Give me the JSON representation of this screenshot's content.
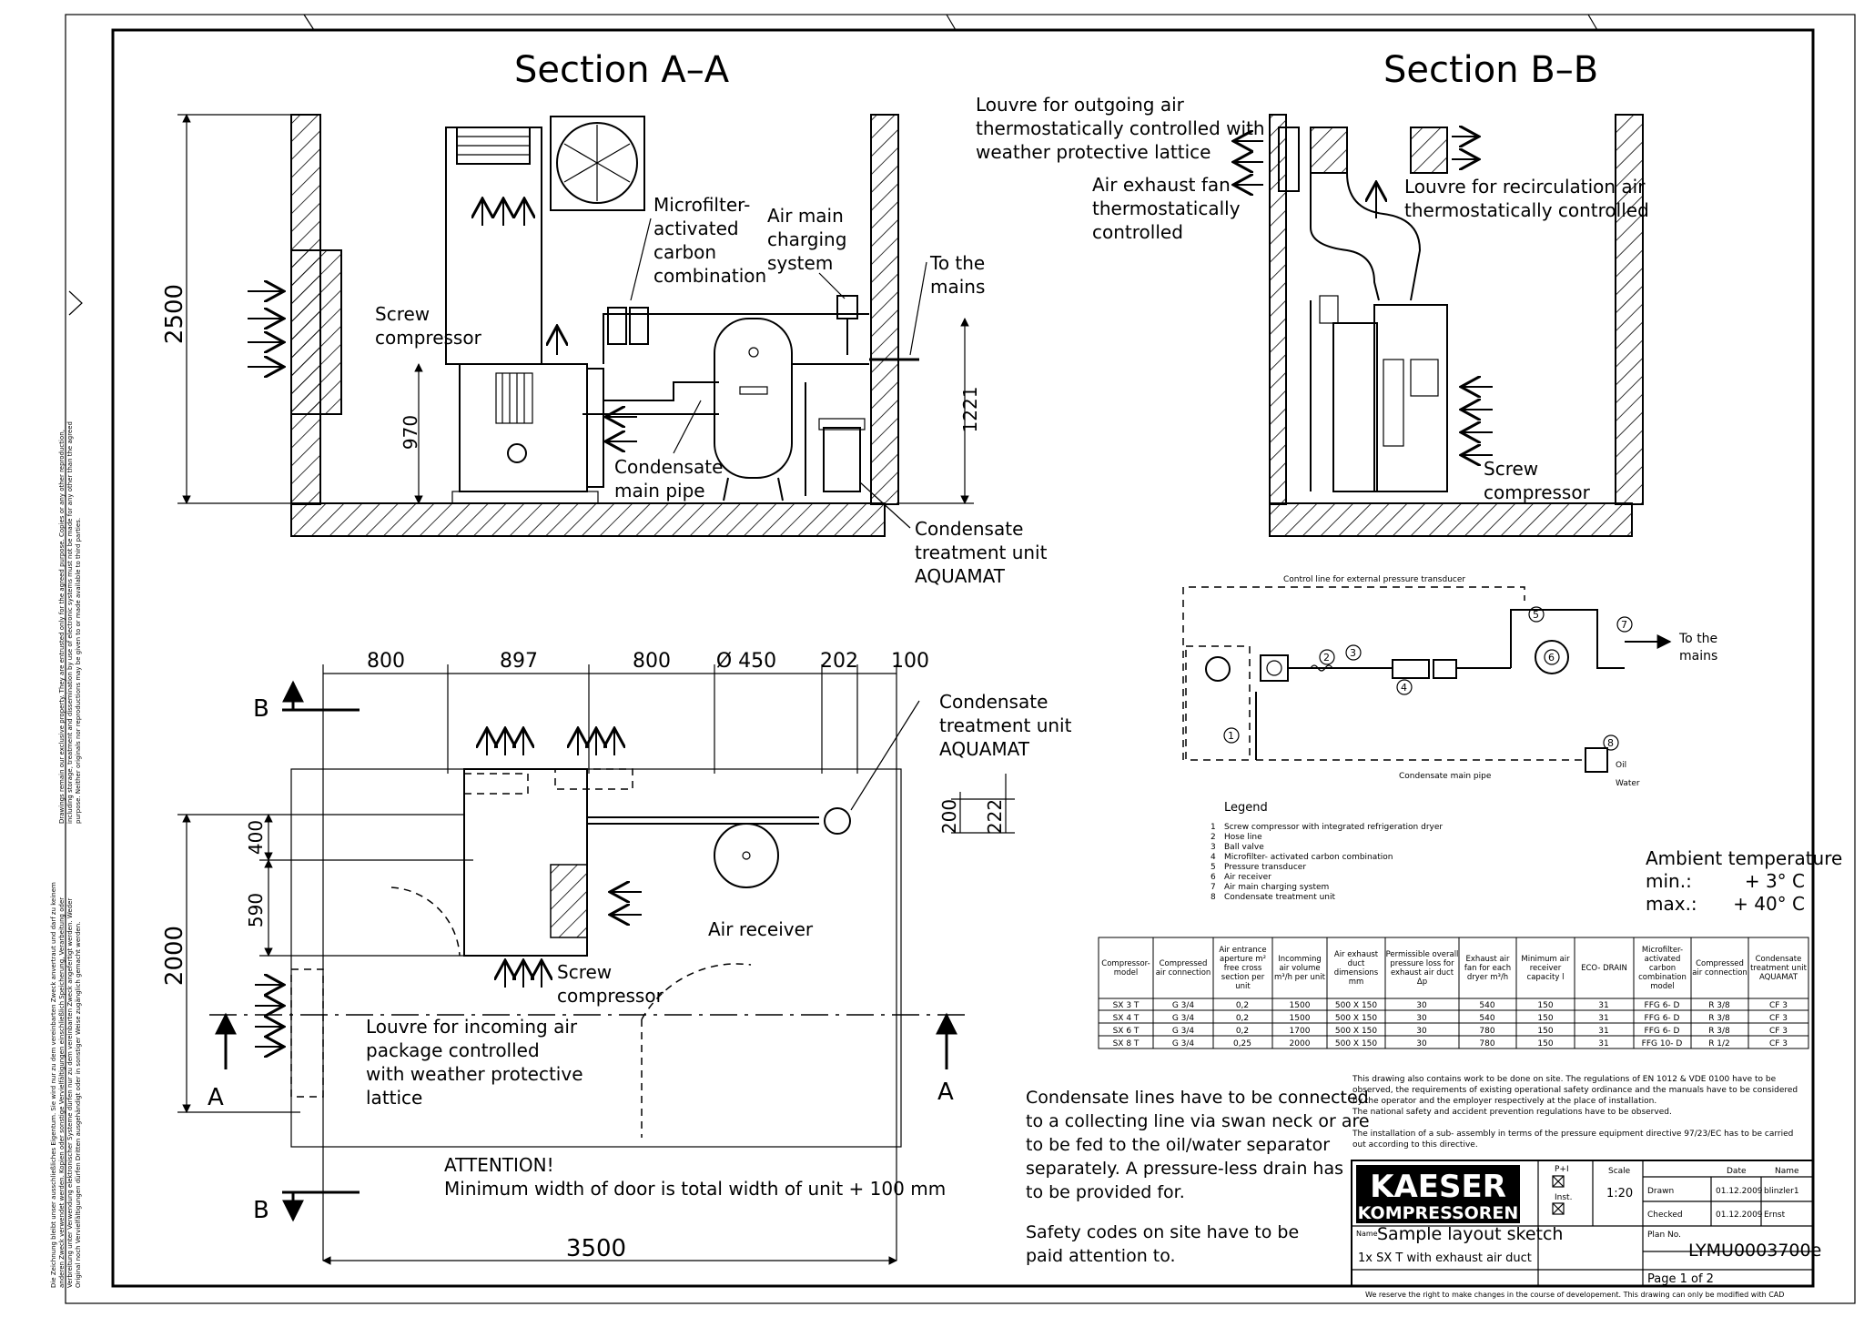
{
  "section_aa": {
    "title": "Section A–A",
    "dim_2500": "2500",
    "dim_970": "970",
    "dim_1221": "1221",
    "label_screw": [
      "Screw",
      "compressor"
    ],
    "label_microfilter": [
      "Microfilter-",
      "activated",
      "carbon",
      "combination"
    ],
    "label_air_main": [
      "Air main",
      "charging",
      "system"
    ],
    "label_mains": [
      "To the",
      "mains"
    ],
    "label_condensate_pipe": [
      "Condensate",
      "main pipe"
    ],
    "label_condensate_unit": [
      "Condensate",
      "treatment unit",
      "AQUAMAT"
    ]
  },
  "section_bb": {
    "title": "Section B–B",
    "label_louvre_out": [
      "Louvre for outgoing air",
      "thermostatically controlled with",
      "weather protective lattice"
    ],
    "label_exhaust_fan": [
      "Air exhaust fan",
      "thermostatically",
      "controlled"
    ],
    "label_recirc": [
      "Louvre for recirculation air",
      "thermostatically controlled"
    ],
    "label_screw": [
      "Screw",
      "compressor"
    ]
  },
  "plan_view": {
    "dims_top": [
      "800",
      "897",
      "800",
      "Ø 450",
      "202",
      "100"
    ],
    "dim_400": "400",
    "dim_590": "590",
    "dim_2000": "2000",
    "dim_200": "200",
    "dim_222": "222",
    "dim_3500": "3500",
    "label_B_top": "B",
    "label_B_bottom": "B",
    "label_A_left": "A",
    "label_A_right": "A",
    "label_condensate_unit": [
      "Condensate",
      "treatment unit",
      "AQUAMAT"
    ],
    "label_air_receiver": "Air receiver",
    "label_screw": [
      "Screw",
      "compressor"
    ],
    "label_louvre_in": [
      "Louvre for incoming air",
      "package controlled",
      "with weather protective",
      "lattice"
    ],
    "attention": [
      "ATTENTION!",
      "Minimum width of door is total width of unit + 100 mm"
    ]
  },
  "flow_diagram": {
    "control_line": "Control line for external pressure transducer",
    "to_mains": [
      "To the",
      "mains"
    ],
    "condensate_main_pipe": "Condensate main pipe",
    "oil": "Oil",
    "water": "Water",
    "numbers": [
      "1",
      "2",
      "3",
      "4",
      "5",
      "6",
      "7",
      "8"
    ]
  },
  "legend": {
    "title": "Legend",
    "items": [
      {
        "num": "1",
        "text": "Screw compressor with integrated refrigeration dryer"
      },
      {
        "num": "2",
        "text": "Hose line"
      },
      {
        "num": "3",
        "text": "Ball valve"
      },
      {
        "num": "4",
        "text": "Microfilter- activated carbon combination"
      },
      {
        "num": "5",
        "text": "Pressure transducer"
      },
      {
        "num": "6",
        "text": "Air receiver"
      },
      {
        "num": "7",
        "text": "Air main charging system"
      },
      {
        "num": "8",
        "text": "Condensate treatment unit"
      }
    ]
  },
  "ambient": {
    "title": "Ambient temperature",
    "min_label": "min.:",
    "min_value": "+ 3° C",
    "max_label": "max.:",
    "max_value": "+ 40° C"
  },
  "spec_table": {
    "headers": [
      "Compressor-model",
      "Compressed air connection",
      "Air entrance aperture m² free cross section per unit",
      "Incomming air volume m³/h per unit",
      "Air exhaust duct dimensions mm",
      "Permissible overall pressure loss for exhaust air duct Δp",
      "Exhaust air fan for each dryer m³/h",
      "Minimum air receiver capacity l",
      "ECO- DRAIN",
      "Microfilter-activated carbon combination model",
      "Compressed air connection",
      "Condensate treatment unit AQUAMAT"
    ],
    "rows": [
      [
        "SX 3 T",
        "G 3/4",
        "0,2",
        "1500",
        "500 X 150",
        "30",
        "540",
        "150",
        "31",
        "FFG 6- D",
        "R 3/8",
        "CF 3"
      ],
      [
        "SX 4 T",
        "G 3/4",
        "0,2",
        "1500",
        "500 X 150",
        "30",
        "540",
        "150",
        "31",
        "FFG 6- D",
        "R 3/8",
        "CF 3"
      ],
      [
        "SX 6 T",
        "G 3/4",
        "0,2",
        "1700",
        "500 X 150",
        "30",
        "780",
        "150",
        "31",
        "FFG 6- D",
        "R 3/8",
        "CF 3"
      ],
      [
        "SX 8 T",
        "G 3/4",
        "0,25",
        "2000",
        "500 X 150",
        "30",
        "780",
        "150",
        "31",
        "FFG 10- D",
        "R 1/2",
        "CF 3"
      ]
    ]
  },
  "notes": {
    "condensate": [
      "Condensate lines have to be connected",
      "to a collecting line  via swan neck or are",
      "to be fed to the oil/water separator",
      "separately. A pressure-less drain has",
      "to be provided for."
    ],
    "safety": [
      "Safety codes on site have to be",
      "paid attention to."
    ],
    "small": [
      "This drawing also contains work to be done on site. The regulations of EN 1012 & VDE 0100 have to be",
      "observed, the requirements of existing operational safety ordinance and the manuals have to be considered",
      "by the operator and the employer respectively at the place of installation.",
      "The national safety and accident prevention regulations have to be observed.",
      "",
      "The installation of a sub- assembly in terms of the pressure equipment directive 97/23/EC has to be carried",
      "out according to this directive."
    ]
  },
  "title_block": {
    "brand": "KAESER",
    "brand_sub": "KOMPRESSOREN",
    "p_label": "P+I",
    "inst_label": "Inst.",
    "scale_label": "Scale",
    "scale_value": "1:20",
    "date_header": "Date",
    "name_header": "Name",
    "drawn_label": "Drawn",
    "drawn_date": "01.12.2009",
    "drawn_name": "blinzler1",
    "checked_label": "Checked",
    "checked_date": "01.12.2009",
    "checked_name": "Ernst",
    "name_label": "Name",
    "name_value": "Sample layout sketch",
    "subtitle": "1x SX T with exhaust air duct",
    "plan_label": "Plan No.",
    "plan_value": "LYMU0003700e",
    "page": "Page   1 of 2",
    "footer": "We reserve the right to make changes in the course of developement. This drawing can only be modified with CAD"
  },
  "side_notes": [
    "Drawings remain our exclusive property. They are entrusted only for the agreed purpose. Copies or any other reproduction,",
    "including storage, treatment and dissemination by use of electronic systems must not be made for any other than the agreed",
    "purpose. Neither originals nor reproductions may be given to or made available to third parties.",
    "Die Zeichnung bleibt unser ausschließliches Eigentum. Sie wird nur zu dem vereinbarten Zweck anvertraut und darf zu keinem",
    "anderen Zweck verwendet werden. Kopien oder sonstige Vervielfältigungen einschließlich Speicherung, Verarbeitung oder",
    "Verbreitung unter Verwendung elektronischer Systeme dürfen nur zu dem vereinbarten Zweck angefertigt werden. Weder",
    "Original noch Vervielfältigungen dürfen Dritten ausgehändigt oder in sonstiger Weise zugänglich gemacht werden."
  ]
}
